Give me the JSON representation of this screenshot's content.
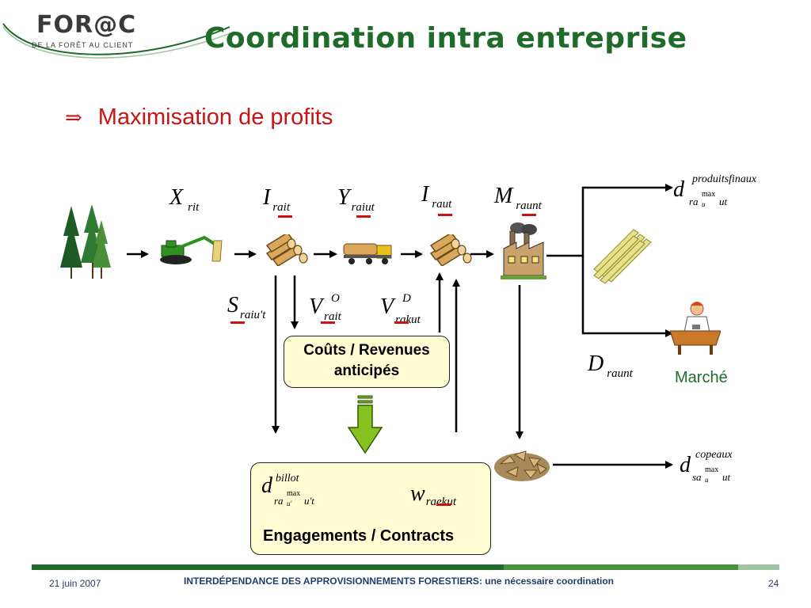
{
  "logo": {
    "name": "FOR@C",
    "tagline": "DE LA FORÊT AU CLIENT"
  },
  "title": "Coordination intra entreprise",
  "bullet": {
    "arrow": "⇒",
    "text": "Maximisation de profits"
  },
  "variables": {
    "X": {
      "base": "X",
      "sub": "rit"
    },
    "I1": {
      "base": "I",
      "sub": "rait"
    },
    "Y": {
      "base": "Y",
      "sub": "raiut"
    },
    "I2": {
      "base": "I",
      "sub": "raut"
    },
    "M": {
      "base": "M",
      "sub": "raunt"
    },
    "S": {
      "base": "S",
      "sub": "raiu't"
    },
    "VO": {
      "base": "V",
      "sup": "O",
      "sub": "rait"
    },
    "VD": {
      "base": "V",
      "sup": "D",
      "sub": "rakut"
    },
    "Draunt": {
      "base": "D",
      "sub": "raunt"
    },
    "d_prod": {
      "base": "d",
      "sup": "produitsfinaux",
      "sub1": "ra",
      "sub_max": "max",
      "sub_u": "u",
      "sub2": "ut"
    },
    "d_cop": {
      "base": "d",
      "sup": "copeaux",
      "sub1": "sa",
      "sub_max": "max",
      "sub_u": "u",
      "sub2": "ut"
    },
    "d_bil": {
      "base": "d",
      "sup": "billot",
      "sub1": "ra",
      "sub_max": "max",
      "sub_u": "u'",
      "sub2": "u't"
    },
    "w": {
      "base": "w",
      "sub": "raekut"
    }
  },
  "boxes": {
    "couts_line1": "Coûts / Revenues",
    "couts_line2": "anticipés",
    "engagements": "Engagements / Contracts"
  },
  "marche": "Marché",
  "footer": {
    "date": "21 juin 2007",
    "text": "INTERDÉPENDANCE DES APPROVISIONNEMENTS FORESTIERS: une nécessaire coordination",
    "page": "24"
  },
  "colors": {
    "title": "#1f6b2a",
    "bullet": "#c81414",
    "box_fill": "#fffbd3",
    "footer_text": "#1f3d6b",
    "marker": "#d01010"
  },
  "icons": [
    "forest-icon",
    "harvester-icon",
    "logs-icon",
    "log-truck-icon",
    "logs-icon",
    "factory-icon",
    "lumber-icon",
    "buyer-icon",
    "wood-chips-icon",
    "down-arrow-icon"
  ]
}
